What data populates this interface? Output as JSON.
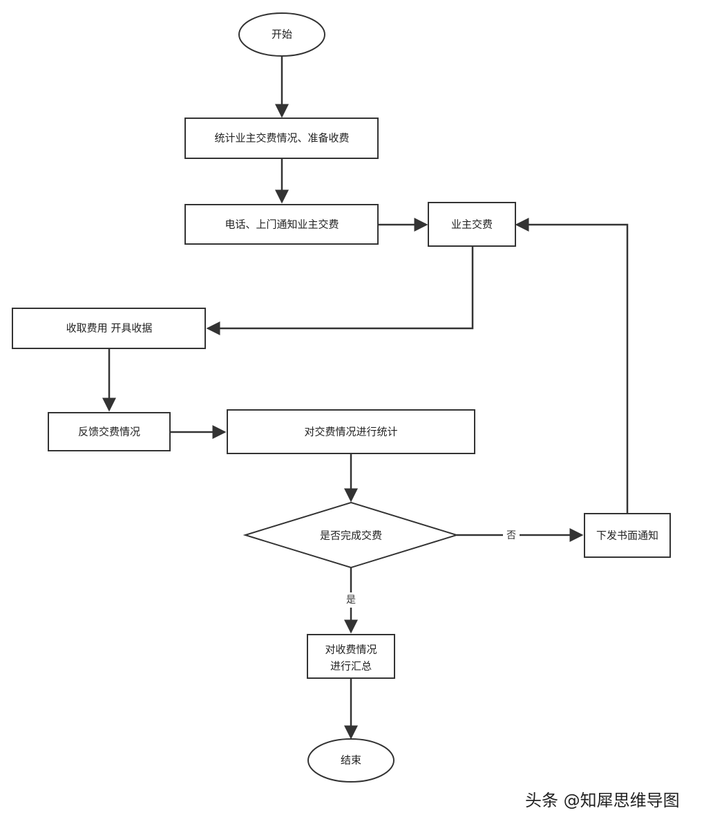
{
  "diagram": {
    "nodes": {
      "start": {
        "text": "开始"
      },
      "stats": {
        "text": "统计业主交费情况、准备收费"
      },
      "notify": {
        "text": "电话、上门通知业主交费"
      },
      "owner_pay": {
        "text": "业主交费"
      },
      "collect": {
        "text": "收取费用 开具收据"
      },
      "feedback": {
        "text": "反馈交费情况"
      },
      "tally": {
        "text": "对交费情况进行统计"
      },
      "decision": {
        "text": "是否完成交费"
      },
      "written_notice": {
        "text": "下发书面通知"
      },
      "summary": {
        "lines": [
          "对收费情况",
          "进行汇总"
        ]
      },
      "end": {
        "text": "结束"
      }
    },
    "edge_labels": {
      "no": "否",
      "yes": "是"
    }
  },
  "watermark": "头条 @知犀思维导图"
}
